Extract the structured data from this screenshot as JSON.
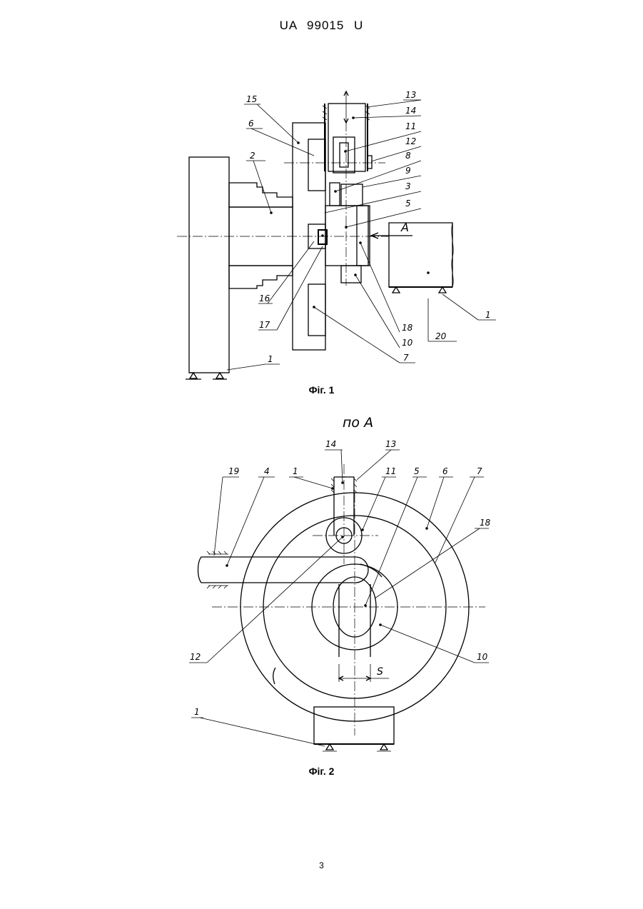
{
  "header": {
    "doc_id": "UA   99015   U"
  },
  "fig1": {
    "caption": "Фіг. 1",
    "labels": {
      "l15": "15",
      "l6": "6",
      "l2": "2",
      "l13": "13",
      "l14": "14",
      "l11": "11",
      "l12": "12",
      "l8": "8",
      "l9": "9",
      "l3": "3",
      "l5": "5",
      "lA": "A",
      "l1a": "1",
      "l20": "20",
      "l18": "18",
      "l10": "10",
      "l7": "7",
      "l16": "16",
      "l17": "17",
      "l1b": "1"
    }
  },
  "fig2": {
    "view_label": "по А",
    "caption": "Фіг. 2",
    "labels": {
      "l14": "14",
      "l13": "13",
      "l19": "19",
      "l4": "4",
      "l1": "1",
      "l11": "11",
      "l5": "5",
      "l6": "6",
      "l7": "7",
      "l18": "18",
      "l12": "12",
      "l10": "10",
      "lS": "S",
      "l1b": "1"
    }
  },
  "footer": {
    "page_number": "3"
  }
}
